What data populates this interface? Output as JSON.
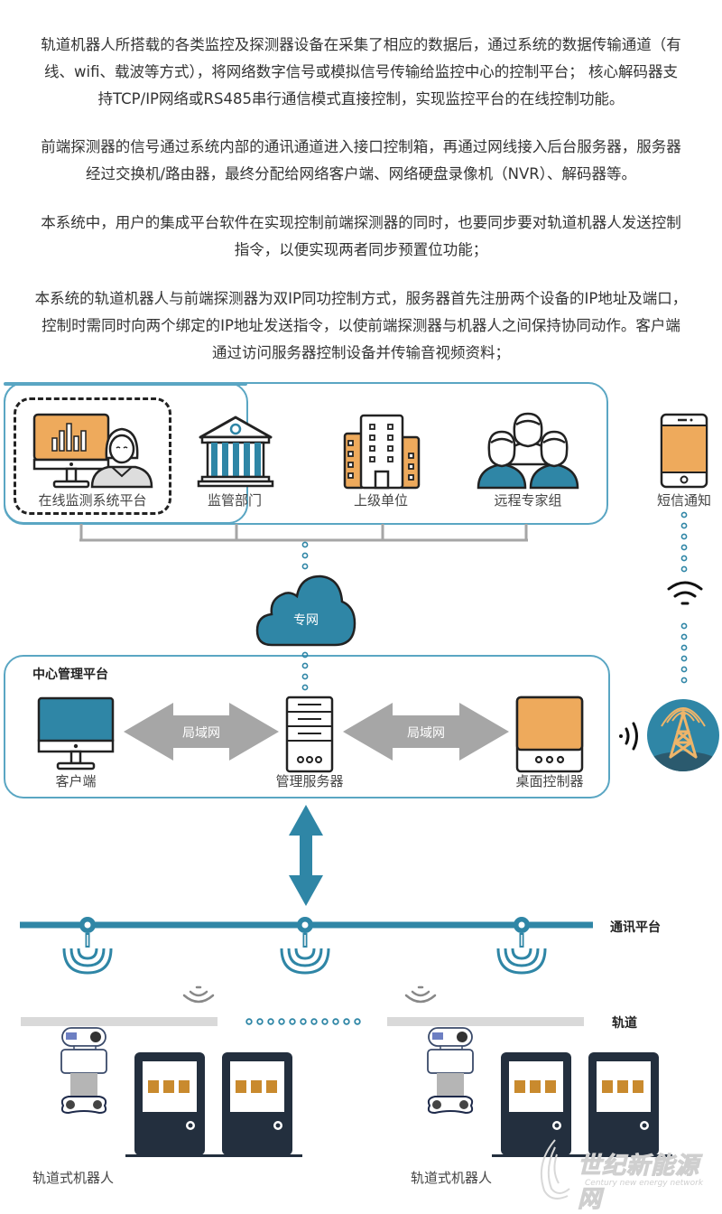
{
  "paragraphs": [
    {
      "lines": [
        "轨道机器人所搭载的各类监控及探测器设备在采集了相应的数据后，通过系统的数据传输通道（有",
        "线、wifi、载波等方式），将网络数字信号或模拟信号传输给监控中心的控制平台； 核心解码器支",
        "持TCP/IP网络或RS485串行通信模式直接控制，实现监控平台的在线控制功能。"
      ]
    },
    {
      "lines": [
        "前端探测器的信号通过系统内部的通讯通道进入接口控制箱，再通过网线接入后台服务器，服务器",
        "经过交换机/路由器，最终分配给网络客户端、网络硬盘录像机（NVR）、解码器等。"
      ]
    },
    {
      "lines": [
        "本系统中，用户的集成平台软件在实现控制前端探测器的同时，也要同步要对轨道机器人发送控制",
        "指令，以便实现两者同步预置位功能；"
      ]
    },
    {
      "lines": [
        "本系统的轨道机器人与前端探测器为双IP同功控制方式，服务器首先注册两个设备的IP地址及端口，",
        "控制时需同时向两个绑定的IP地址发送指令，以使前端探测器与机器人之间保持协同动作。客户端",
        "通过访问服务器控制设备并传输音视频资料；"
      ]
    }
  ],
  "diagram": {
    "top_panel": {
      "items": [
        {
          "label": "在线监测系统平台",
          "icon": "monitor-with-person-icon",
          "highlighted": true
        },
        {
          "label": "监管部门",
          "icon": "government-building-icon"
        },
        {
          "label": "上级单位",
          "icon": "office-buildings-icon"
        },
        {
          "label": "远程专家组",
          "icon": "expert-group-icon"
        }
      ]
    },
    "sms": {
      "label": "短信通知",
      "icon": "smartphone-icon"
    },
    "cloud": {
      "label": "专网",
      "icon": "cloud-icon"
    },
    "center_panel": {
      "title": "中心管理平台",
      "client": {
        "label": "客户端",
        "icon": "desktop-monitor-icon"
      },
      "server": {
        "label": "管理服务器",
        "icon": "server-icon"
      },
      "controller": {
        "label": "桌面控制器",
        "icon": "desktop-controller-icon"
      },
      "lan_left": "局域网",
      "lan_right": "局域网"
    },
    "comm_platform": {
      "label": "通讯平台",
      "nodes": 3
    },
    "track": {
      "label": "轨道"
    },
    "robots": [
      {
        "label": "轨道式机器人"
      },
      {
        "label": "轨道式机器人"
      }
    ],
    "watermark": {
      "title": "世纪新能源网",
      "subtitle": "Century new energy network"
    },
    "colors": {
      "teal": "#2f86a6",
      "teal_light": "#5aa6c3",
      "orange": "#eeaa5c",
      "dark_navy": "#232f3e",
      "gray_arrow": "#a6a6a6",
      "track_gray": "#d9d9d9",
      "cabinet_light": "#c98a2e"
    }
  }
}
